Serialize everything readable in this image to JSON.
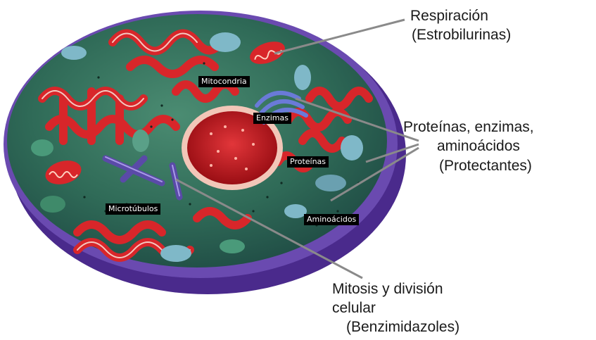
{
  "diagram": {
    "cell_labels": {
      "mitochondria": "Mitocondria",
      "enzymes": "Enzimas",
      "proteins": "Proteínas",
      "microtubules": "Microtúbulos",
      "amino_acids": "Aminoácidos"
    },
    "annotations": {
      "respiration_line1": "Respiración",
      "respiration_line2": "(Estrobilurinas)",
      "protectants_line1": "Proteínas, enzimas,",
      "protectants_line2": "aminoácidos",
      "protectants_line3": "(Protectantes)",
      "mitosis_line1": "Mitosis y división",
      "mitosis_line2": "celular",
      "mitosis_line3": "(Benzimidazoles)"
    },
    "colors": {
      "cytoplasm": "#2f6a57",
      "membrane": "#4a2a8c",
      "organelle_red": "#d8262a",
      "nucleus": "#c4181e",
      "microtubule": "#5a4aa8",
      "pointer_line": "#8a8a8a"
    }
  }
}
